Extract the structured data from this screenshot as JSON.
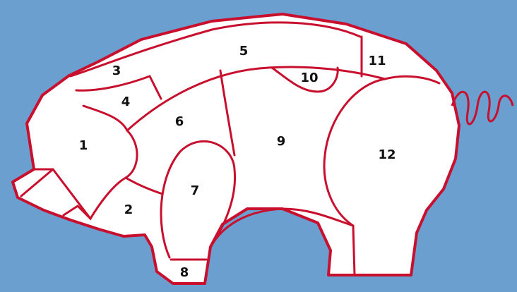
{
  "colors": {
    "background": "#6a9fcf",
    "outline": "#c8102e",
    "fill": "#ffffff",
    "label": "#111111"
  },
  "cuts": [
    {
      "label": "1"
    },
    {
      "label": "2"
    },
    {
      "label": "3"
    },
    {
      "label": "4"
    },
    {
      "label": "5"
    },
    {
      "label": "6"
    },
    {
      "label": "7"
    },
    {
      "label": "8"
    },
    {
      "label": "9"
    },
    {
      "label": "10"
    },
    {
      "label": "11"
    },
    {
      "label": "12"
    }
  ]
}
